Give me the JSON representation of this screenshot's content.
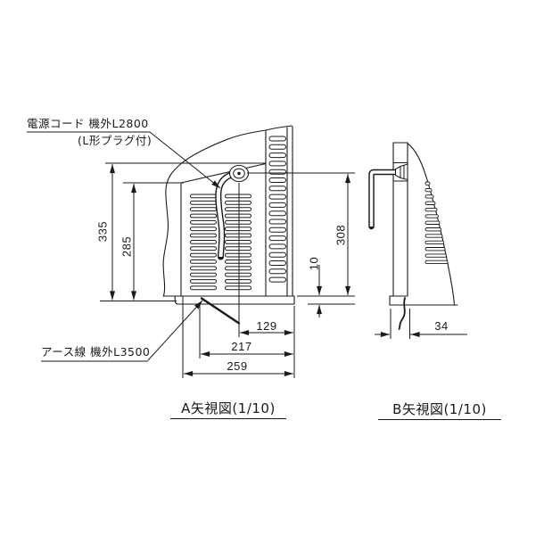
{
  "drawing": {
    "labels": {
      "power_cord": "電源コード 機外L2800",
      "plug_note": "(L形プラグ付)",
      "earth_wire": "アース線 機外L3500"
    },
    "dimensions": {
      "d335": "335",
      "d285": "285",
      "d308": "308",
      "d10": "10",
      "d129": "129",
      "d217": "217",
      "d259": "259",
      "d34": "34"
    },
    "captions": {
      "view_a": "A矢視図(1/10)",
      "view_b": "B矢視図(1/10)"
    },
    "colors": {
      "line": "#1a1a1a",
      "background": "#ffffff"
    }
  }
}
